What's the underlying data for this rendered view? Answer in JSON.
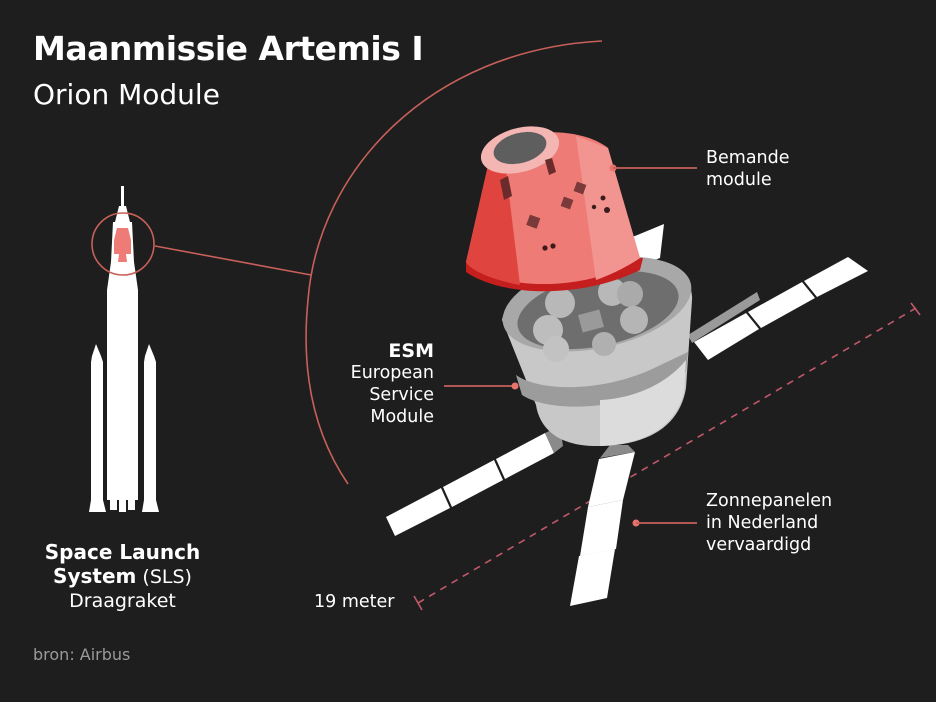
{
  "header": {
    "title": "Maanmissie Artemis I",
    "subtitle": "Orion Module"
  },
  "rocket": {
    "name_line1": "Space Launch",
    "name_line2_bold": "System",
    "name_line2_abbr": "(SLS)",
    "type": "Draagraket"
  },
  "labels": {
    "crew_module": {
      "line1": "Bemande",
      "line2": "module"
    },
    "esm": {
      "abbr": "ESM",
      "line1": "European",
      "line2": "Service",
      "line3": "Module"
    },
    "solar_panels": {
      "line1": "Zonnepanelen",
      "line2": "in Nederland",
      "line3": "vervaardigd"
    },
    "span": "19 meter"
  },
  "source": "bron: Airbus",
  "colors": {
    "background": "#1e1e1e",
    "accent": "#e8736b",
    "accent_line": "#c8605a",
    "capsule_dark": "#e0443f",
    "capsule_mid": "#ee7b75",
    "capsule_light": "#f4a7a2",
    "module_grey": "#c8c8c8",
    "panel_white": "#ffffff",
    "source_text": "#9a9a9a"
  }
}
